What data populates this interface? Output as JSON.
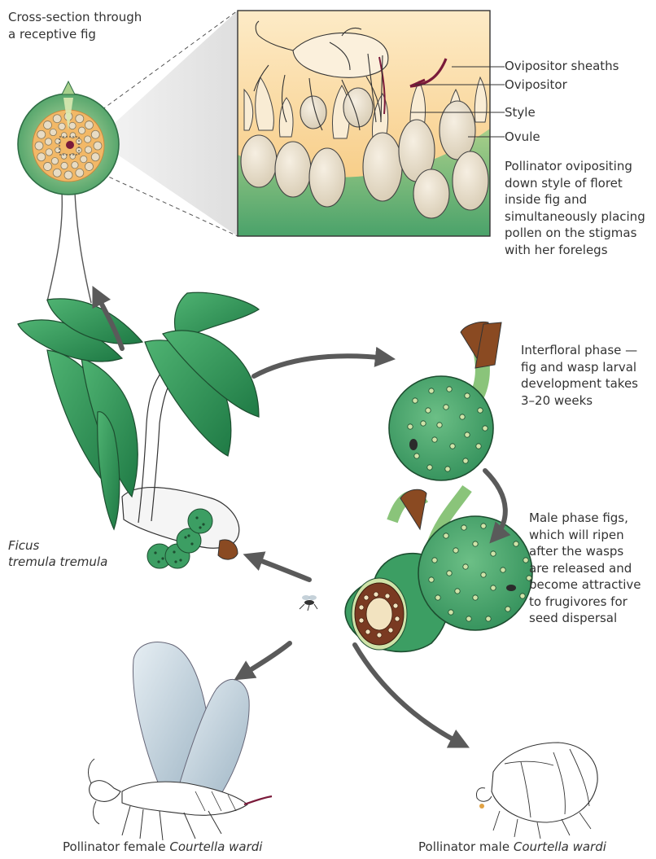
{
  "colors": {
    "fig_green": "#4aa86f",
    "fig_light": "#cfe3a8",
    "fig_inner": "#f2b867",
    "leaf_dark": "#2e8a55",
    "arrow": "#5a5a5a",
    "ovipositor": "#7a1a3a",
    "stalk": "#8a4a22",
    "wing": "#9db4c4"
  },
  "labels": {
    "cross_section": "Cross-section through\na receptive fig",
    "inset_callouts": [
      "Ovipositor sheaths",
      "Ovipositor",
      "Style",
      "Ovule"
    ],
    "inset_caption": "Pollinator ovipositing\ndown style of floret\ninside fig and\nsimultaneously placing\npollen on the stigmas\nwith her forelegs",
    "interfloral": "Interfloral phase —\nfig and wasp larval\ndevelopment takes\n3–20 weeks",
    "male_phase": "Male phase figs,\nwhich will ripen\nafter the wasps\nare released and\nbecome attractive\nto frugivores for\nseed dispersal",
    "species_line1": "Ficus",
    "species_line2": "tremula tremula",
    "female_prefix": "Pollinator female ",
    "female_species": "Courtella wardi",
    "male_prefix": "Pollinator male ",
    "male_species": "Courtella wardi"
  },
  "icons": [
    "receptive-fig",
    "magnified-floret",
    "fig-plant",
    "interfloral-fig",
    "male-phase-figs",
    "female-wasp",
    "male-wasp"
  ]
}
